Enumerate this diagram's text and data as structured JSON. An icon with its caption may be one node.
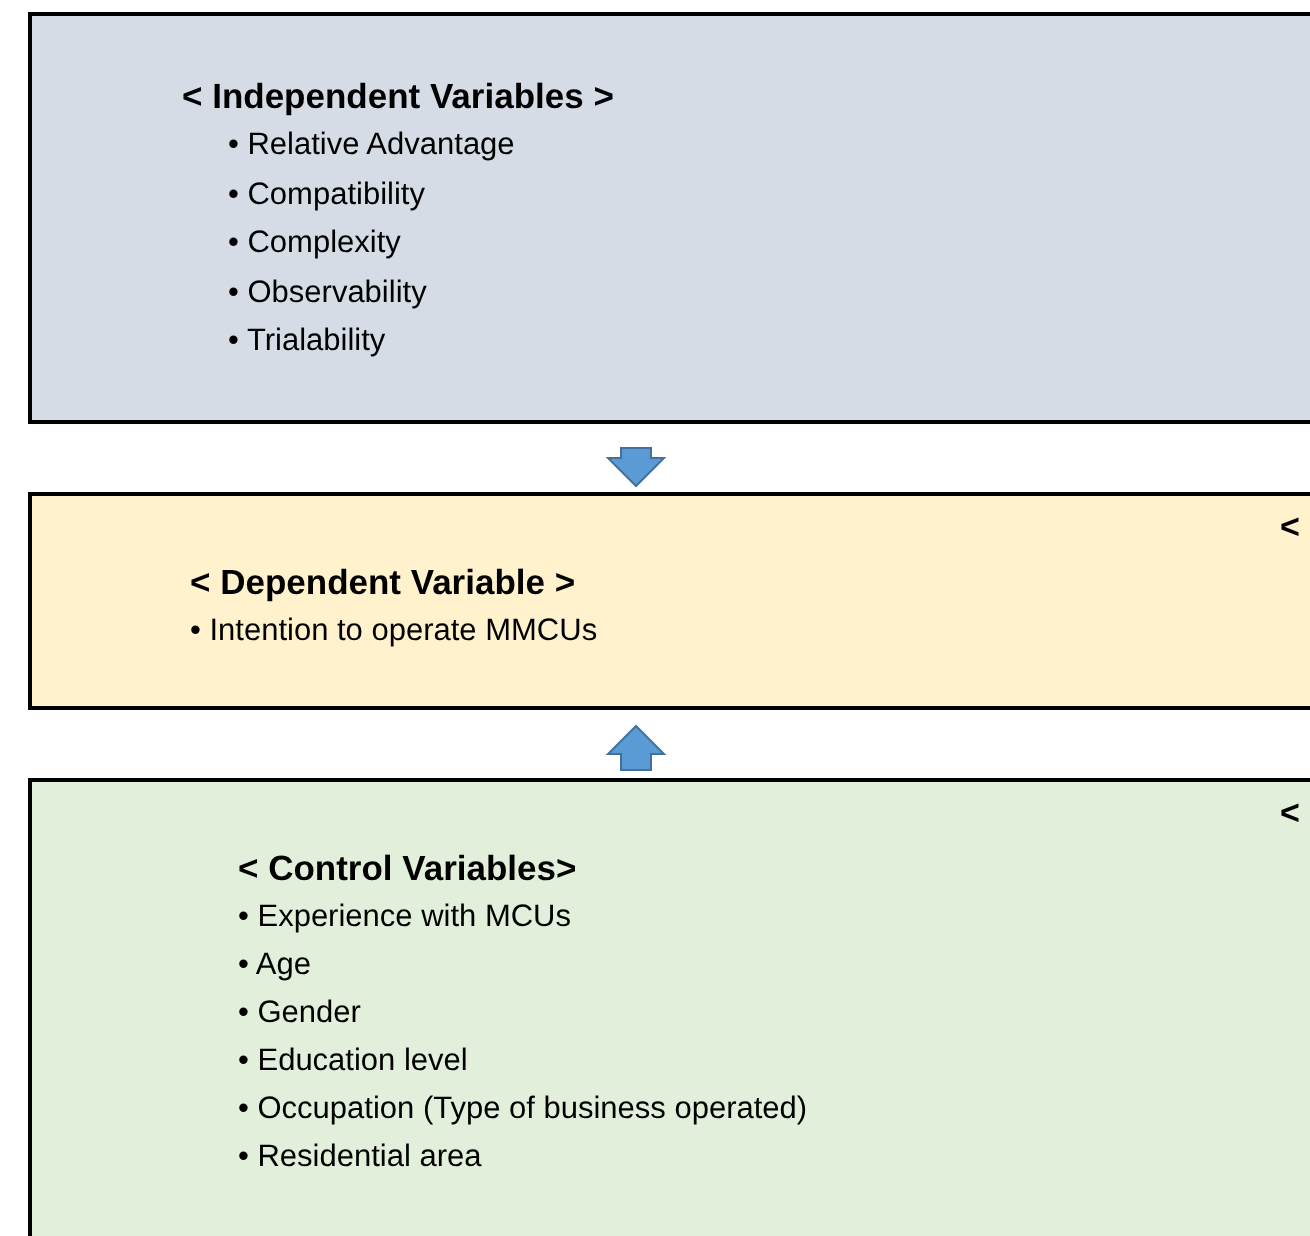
{
  "diagram": {
    "nodes": [
      {
        "text": [
          "< Independent Variables >",
          "• Relative Advantage",
          "• Compatibility",
          "• Complexity",
          "• Observability",
          "• Trialability"
        ]
      },
      {
        "text": [
          "<",
          "< Dependent Variable >",
          "• Intention to operate MMCUs"
        ]
      },
      {
        "text": [
          "<",
          "< Control Variables>",
          "• Experience with MCUs",
          "• Age",
          "• Gender",
          "• Education level",
          "• Occupation (Type of business operated)",
          "• Residential area"
        ]
      }
    ],
    "edges": [
      {
        "from": 0,
        "to": 1,
        "arrow": "to"
      },
      {
        "from": 2,
        "to": 1,
        "arrow": "to"
      }
    ]
  }
}
